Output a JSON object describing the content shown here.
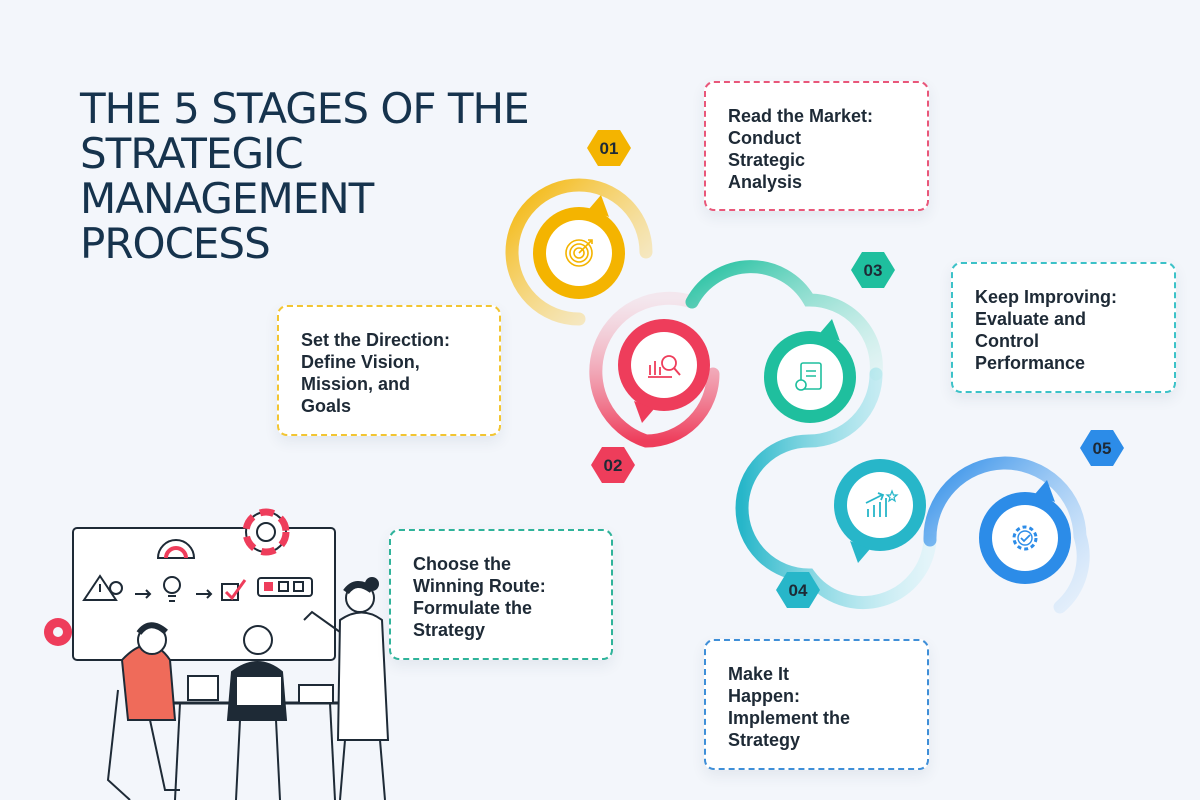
{
  "title_lines": [
    "THE 5 STAGES OF THE",
    "STRATEGIC",
    "MANAGEMENT",
    "PROCESS"
  ],
  "stages": [
    {
      "number": "01",
      "lines": [
        "Read the Market:",
        "Conduct",
        "Strategic",
        "Analysis"
      ],
      "color": "#f4b400",
      "border": "#e9577a",
      "icon": "target-icon"
    },
    {
      "number": "02",
      "lines": [
        "Set the Direction:",
        "Define Vision,",
        "Mission, and",
        "Goals"
      ],
      "color": "#ee3d5b",
      "border": "#f2c532",
      "icon": "chart-search-icon"
    },
    {
      "number": "03",
      "lines": [
        "Keep Improving:",
        "Evaluate and",
        "Control",
        "Performance"
      ],
      "color": "#1fbf9e",
      "border": "#3cc2c8",
      "icon": "clipboard-gear-icon"
    },
    {
      "number": "04",
      "lines": [
        "Choose the",
        "Winning Route:",
        "Formulate the",
        "Strategy"
      ],
      "color": "#27b6c9",
      "border": "#2fb39a",
      "icon": "growth-chart-icon"
    },
    {
      "number": "05",
      "lines": [
        "Make It",
        "Happen:",
        "Implement the",
        "Strategy"
      ],
      "color": "#2c8ce8",
      "border": "#3f8fd8",
      "icon": "gear-check-icon"
    }
  ],
  "colors": {
    "title": "#16334d",
    "background": "#f3f6fb"
  }
}
